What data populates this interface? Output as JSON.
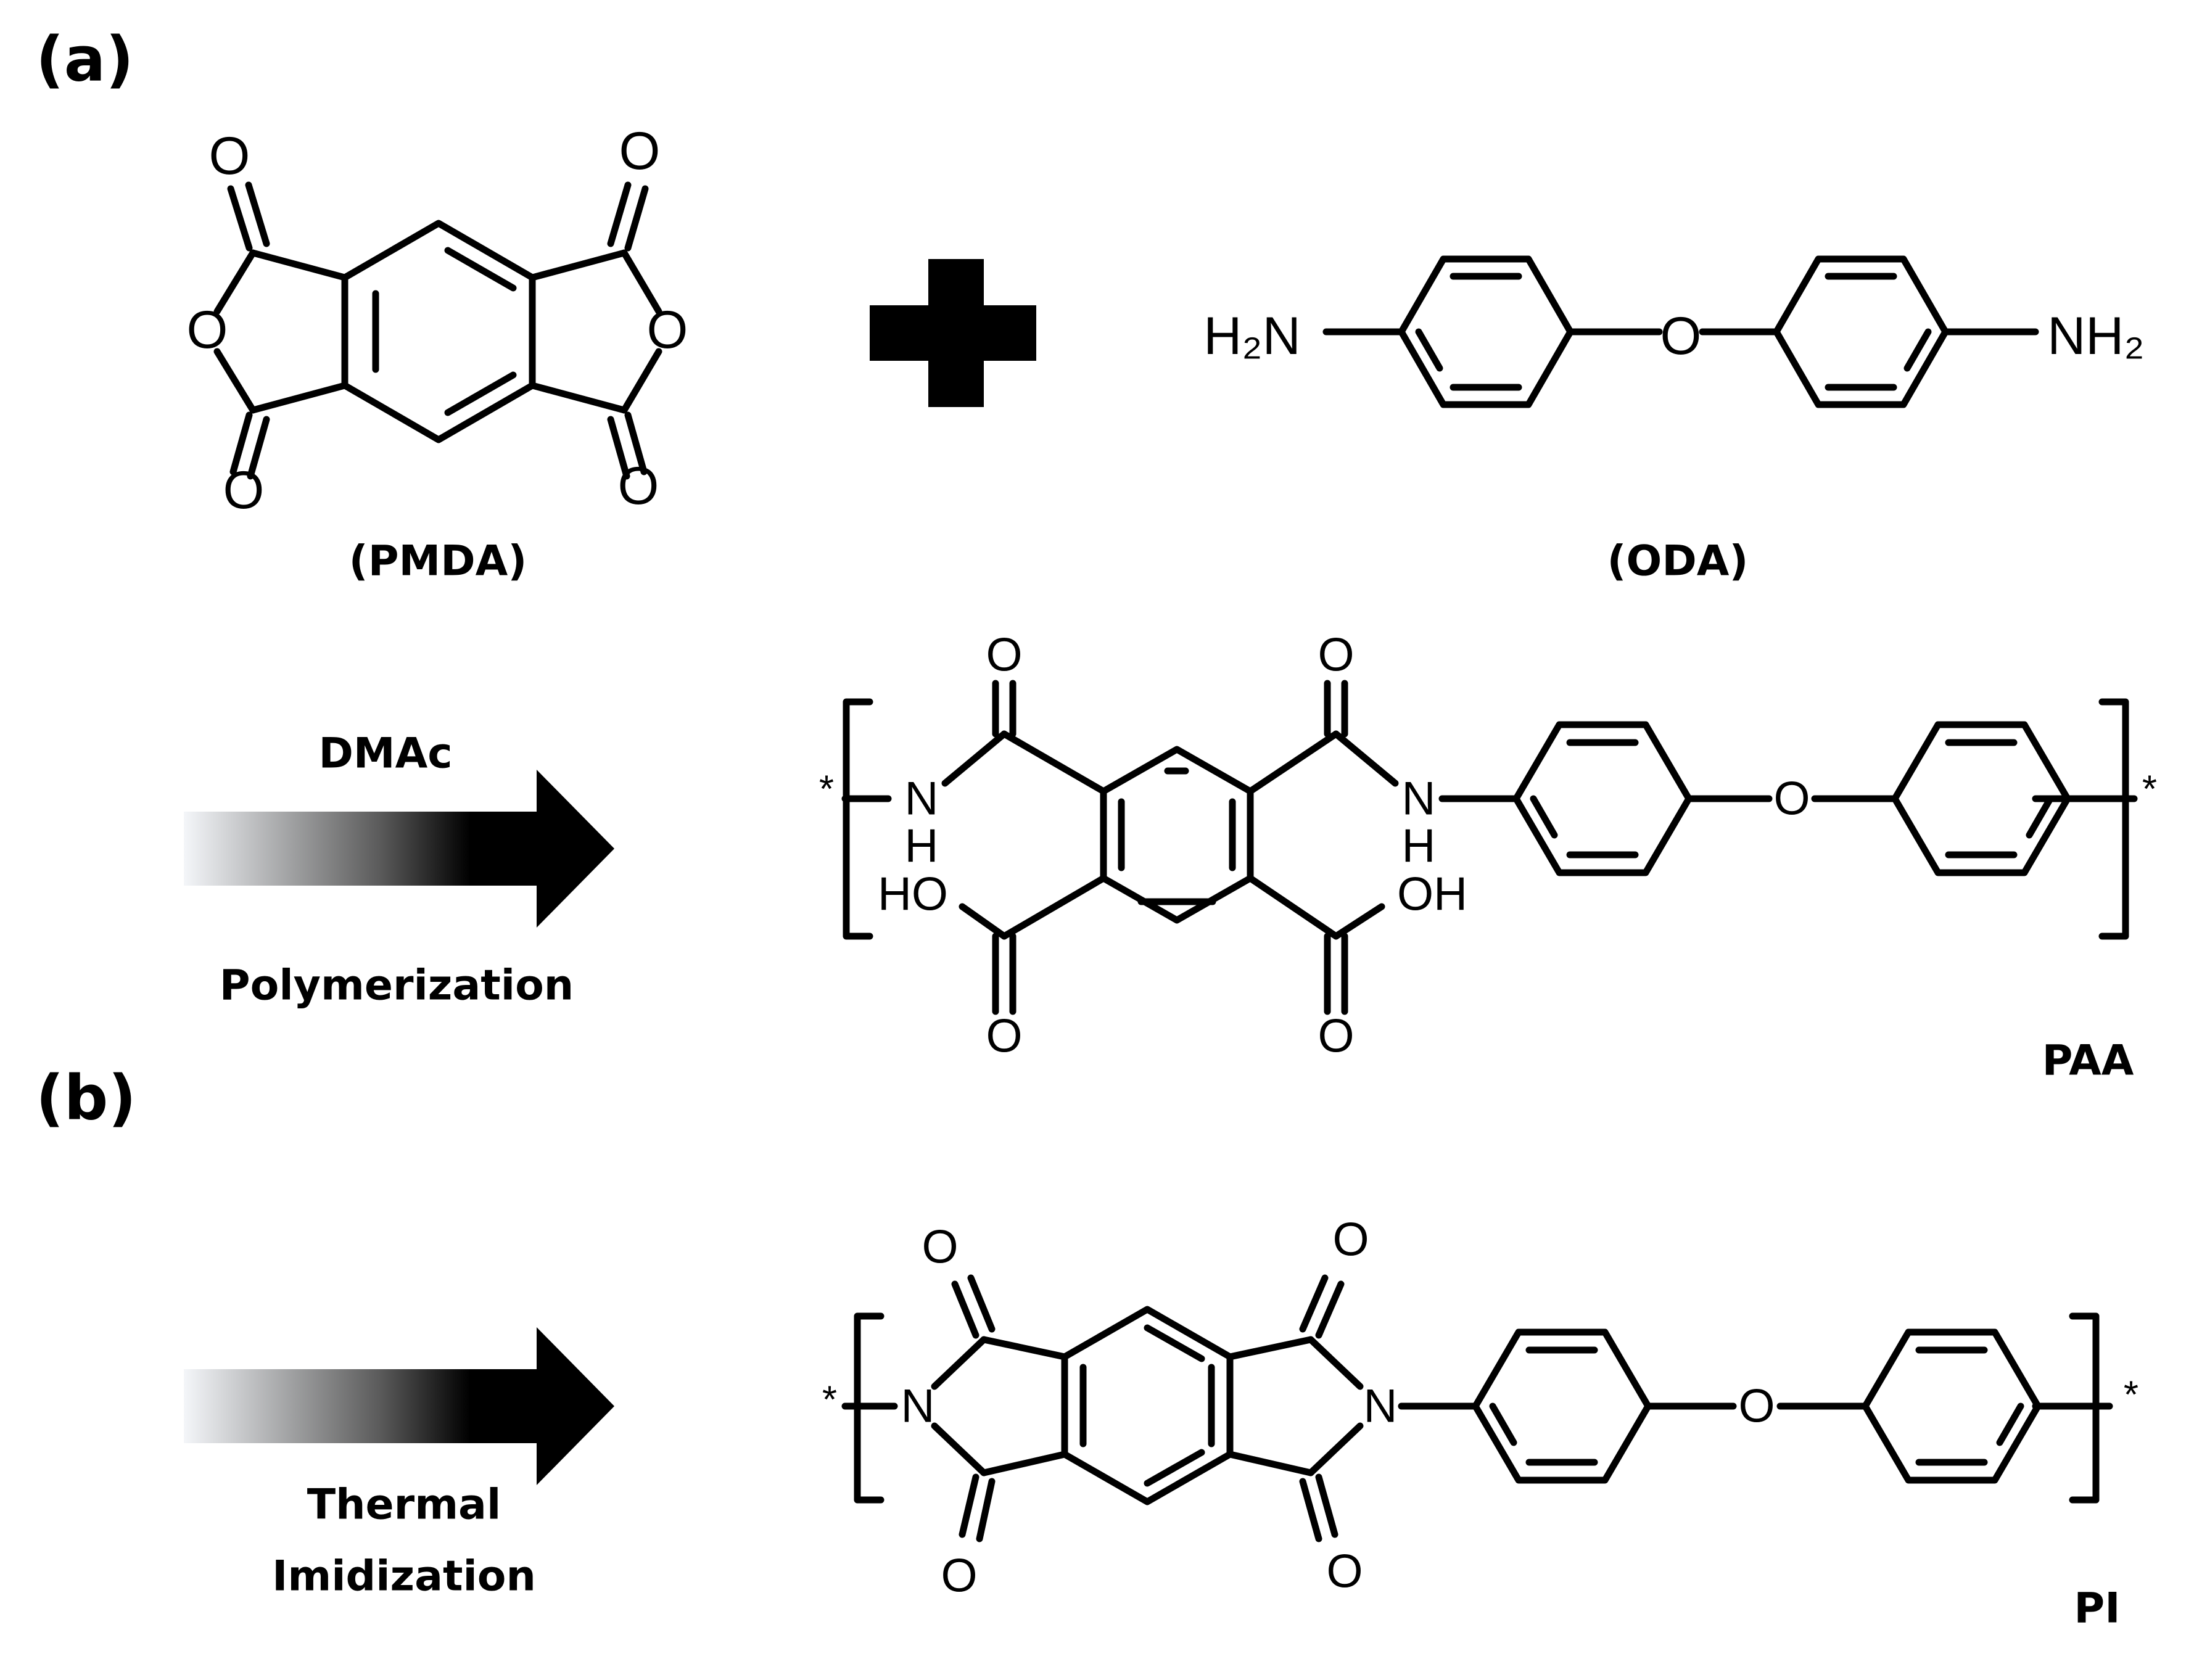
{
  "panels": {
    "a": "(a)",
    "b": "(b)"
  },
  "compounds": {
    "pmda": "(PMDA)",
    "oda": "(ODA)",
    "paa": "PAA",
    "pi": "PI"
  },
  "arrows": {
    "step1_top": "DMAc",
    "step1_bottom": "Polymerization",
    "step2_line1": "Thermal",
    "step2_line2": "Imidization"
  },
  "atoms": {
    "O": "O",
    "N": "N",
    "H": "H",
    "HO": "HO",
    "OH": "OH",
    "H2N": "H₂N",
    "NH2": "NH₂",
    "repeat_end": "*"
  },
  "colors": {
    "ink": "#000000",
    "arrow_start": "#f4f6f9",
    "arrow_end": "#000000"
  }
}
